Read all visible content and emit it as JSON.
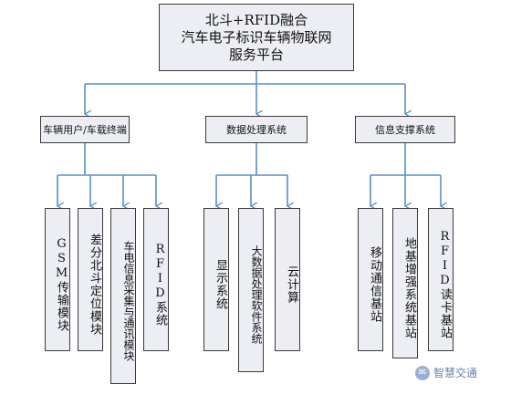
{
  "root": {
    "lines": [
      "北斗+RFID融合",
      "汽车电子标识车辆物联网",
      "服务平台"
    ]
  },
  "branches": [
    {
      "label": "车辆用户/车载终端",
      "leaves": [
        "GSM传输模块",
        "差分北斗定位模块",
        "车电信息采集与通讯模块",
        "RFID系统"
      ]
    },
    {
      "label": "数据处理系统",
      "leaves": [
        "显示系统",
        "大数据处理软件系统",
        "云计算"
      ]
    },
    {
      "label": "信息支撑系统",
      "leaves": [
        "移动通信基站",
        "地基增强系统基站",
        "RFID读卡基站"
      ]
    }
  ],
  "watermark": {
    "text": "智慧交通",
    "icon": "wechat-icon"
  },
  "colors": {
    "box_fill": "#eceef4",
    "box_border": "#3a3a3a",
    "connector": "#5a8ec8"
  }
}
